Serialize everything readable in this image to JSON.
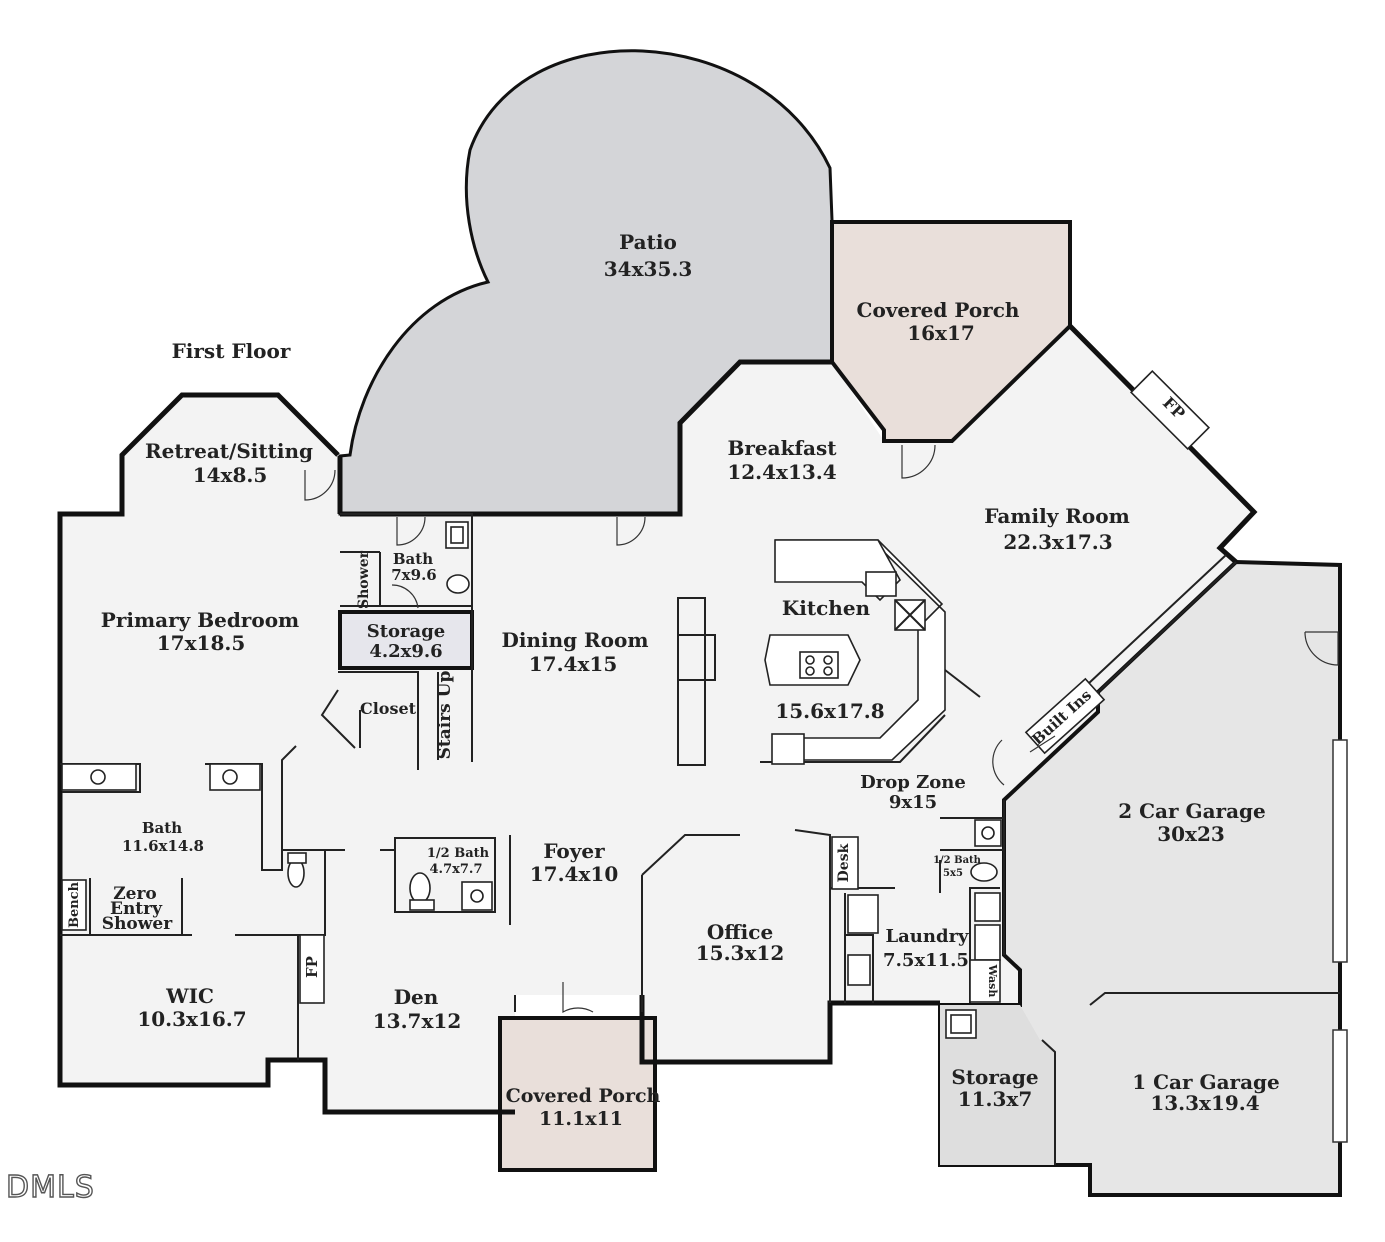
{
  "floor_title": "First Floor",
  "watermark": "DMLS",
  "colors": {
    "floor": "#f3f3f3",
    "patio": "#d4d5d8",
    "covered_porch": "#e9dfda",
    "garage": "#e5e5e5",
    "storage": "#e6e6ec",
    "wall": "#111111"
  },
  "rooms": {
    "patio": {
      "name": "Patio",
      "size": "34x35.3"
    },
    "covered_porch_rear": {
      "name": "Covered Porch",
      "size": "16x17"
    },
    "retreat": {
      "name": "Retreat/Sitting",
      "size": "14x8.5"
    },
    "breakfast": {
      "name": "Breakfast",
      "size": "12.4x13.4"
    },
    "family": {
      "name": "Family Room",
      "size": "22.3x17.3"
    },
    "primary_bedroom": {
      "name": "Primary Bedroom",
      "size": "17x18.5"
    },
    "bath_small": {
      "name": "Bath",
      "size": "7x9.6"
    },
    "storage_inner": {
      "name": "Storage",
      "size": "4.2x9.6"
    },
    "dining": {
      "name": "Dining Room",
      "size": "17.4x15"
    },
    "kitchen": {
      "name": "Kitchen",
      "size": "15.6x17.8"
    },
    "drop_zone": {
      "name": "Drop Zone",
      "size": "9x15"
    },
    "garage2": {
      "name": "2 Car Garage",
      "size": "30x23"
    },
    "primary_bath": {
      "name": "Bath",
      "size": "11.6x14.8"
    },
    "half_bath": {
      "name": "1/2 Bath",
      "size": "4.7x7.7"
    },
    "foyer": {
      "name": "Foyer",
      "size": "17.4x10"
    },
    "half_bath_small": {
      "name": "1/2 Bath",
      "size": "5x5"
    },
    "office": {
      "name": "Office",
      "size": "15.3x12"
    },
    "laundry": {
      "name": "Laundry",
      "size": "7.5x11.5"
    },
    "wic": {
      "name": "WIC",
      "size": "10.3x16.7"
    },
    "den": {
      "name": "Den",
      "size": "13.7x12"
    },
    "covered_porch_front": {
      "name": "Covered Porch",
      "size": "11.1x11"
    },
    "storage_garage": {
      "name": "Storage",
      "size": "11.3x7"
    },
    "garage1": {
      "name": "1 Car Garage",
      "size": "13.3x19.4"
    }
  },
  "small_labels": {
    "shower": "Shower",
    "closet": "Closet",
    "stairs": "Stairs Up",
    "built_ins": "Built Ins",
    "fp_family": "FP",
    "fp_den": "FP",
    "desk": "Desk",
    "wash": "Wash",
    "bench": "Bench",
    "zero_entry_1": "Zero",
    "zero_entry_2": "Entry",
    "zero_entry_3": "Shower"
  }
}
